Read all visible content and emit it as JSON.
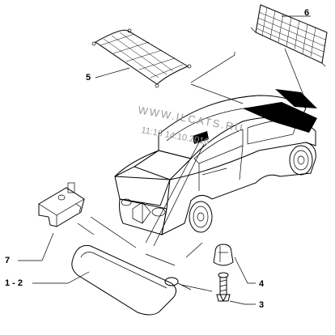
{
  "callouts": {
    "c6": "6",
    "c5": "5",
    "c7": "7",
    "c12": "1 - 2",
    "c4": "4",
    "c3": "3"
  },
  "watermark": {
    "line1": "WWW.ILCATS.RU",
    "line2": "11:16 14.10.2016"
  }
}
